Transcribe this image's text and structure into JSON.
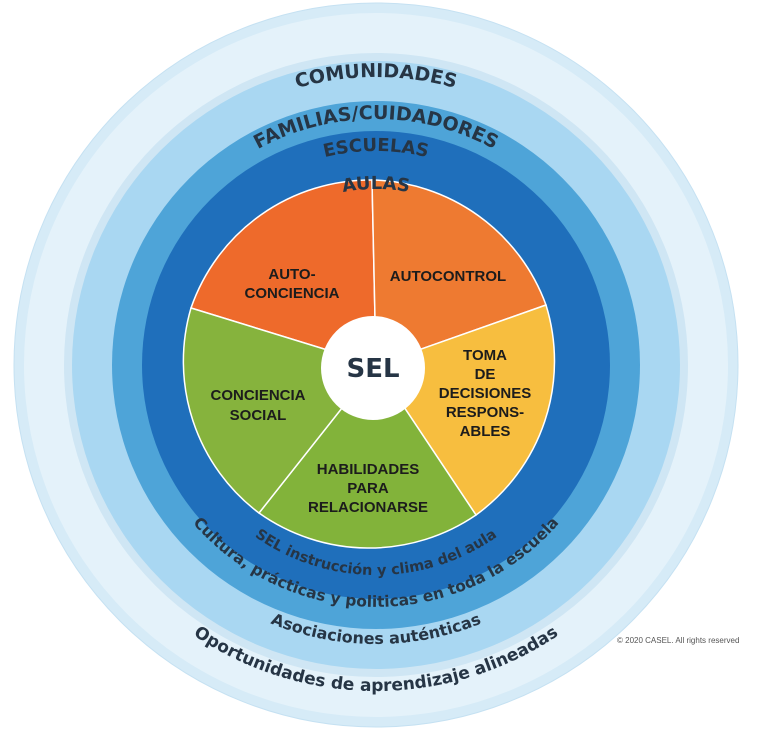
{
  "center": {
    "label": "SEL"
  },
  "rings": {
    "comunidades": {
      "top": "COMUNIDADES",
      "bottom": "Oportunidades de aprendizaje alineadas"
    },
    "familias": {
      "top": "FAMILIAS/CUIDADORES",
      "bottom": "Asociaciones auténticas"
    },
    "escuelas": {
      "top": "ESCUELAS",
      "bottom": "Cultura, prácticas y politicas en toda la escuela"
    },
    "aulas": {
      "top": "AULAS",
      "bottom": "SEL instrucción y clima del aula"
    }
  },
  "segments": {
    "autoconciencia": {
      "line1": "AUTO-",
      "line2": "CONCIENCIA"
    },
    "autocontrol": {
      "line1": "AUTOCONTROL"
    },
    "toma": {
      "line1": "TOMA",
      "line2": "DE",
      "line3": "DECISIONES",
      "line4": "RESPONS-",
      "line5": "ABLES"
    },
    "habilidades": {
      "line1": "HABILIDADES",
      "line2": "PARA",
      "line3": "RELACIONARSE"
    },
    "conciencia_social": {
      "line1": "CONCIENCIA",
      "line2": "SOCIAL"
    }
  },
  "colors": {
    "ring_comunidades": "#dceef8",
    "ring_familias": "#a9d7f2",
    "ring_escuelas": "#4ea4d8",
    "ring_aulas": "#1f6fbb",
    "autoconciencia": "#ee6a2b",
    "autocontrol": "#ee7a31",
    "toma": "#f7be3f",
    "habilidades": "#82b33a",
    "conciencia_social": "#86b33d"
  },
  "copyright": "© 2020 CASEL. All rights reserved"
}
